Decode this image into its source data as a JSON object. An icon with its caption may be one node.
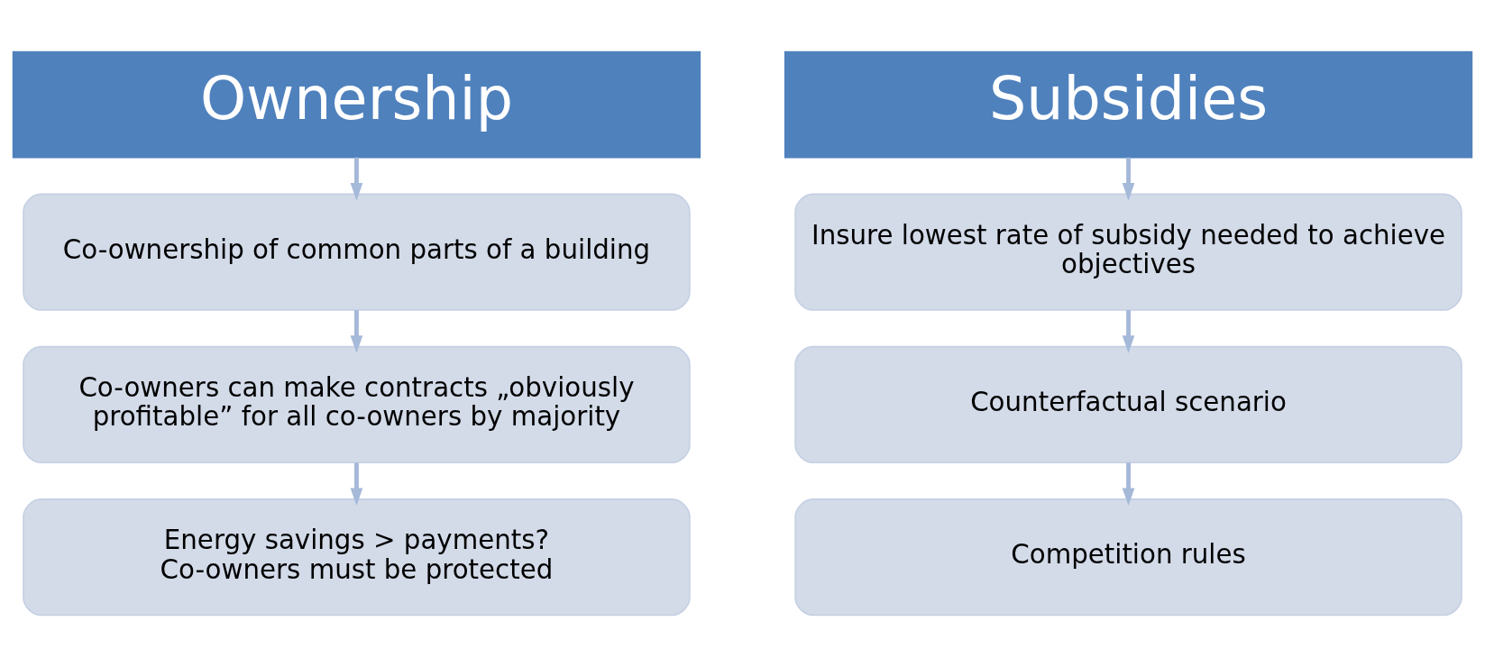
{
  "diagram": {
    "nodes": [
      {
        "text": [
          "Ownership"
        ]
      },
      {
        "text": [
          "Co-ownership of common parts of a building"
        ]
      },
      {
        "text": [
          "Co-owners can make contracts „obviously profitable” for all co-owners by majority"
        ]
      },
      {
        "text": [
          "Energy savings > payments?",
          "Co-owners must be protected"
        ]
      },
      {
        "text": [
          "Subsidies"
        ]
      },
      {
        "text": [
          "Insure lowest rate of subsidy needed to achieve objectives"
        ]
      },
      {
        "text": [
          "Counterfactual scenario"
        ]
      },
      {
        "text": [
          "Competition rules"
        ]
      }
    ],
    "edges": [
      {
        "from": 0,
        "to": 1,
        "arrow": "to"
      },
      {
        "from": 1,
        "to": 2,
        "arrow": "to"
      },
      {
        "from": 2,
        "to": 3,
        "arrow": "to"
      },
      {
        "from": 4,
        "to": 5,
        "arrow": "to"
      },
      {
        "from": 5,
        "to": 6,
        "arrow": "to"
      },
      {
        "from": 6,
        "to": 7,
        "arrow": "to"
      }
    ]
  }
}
